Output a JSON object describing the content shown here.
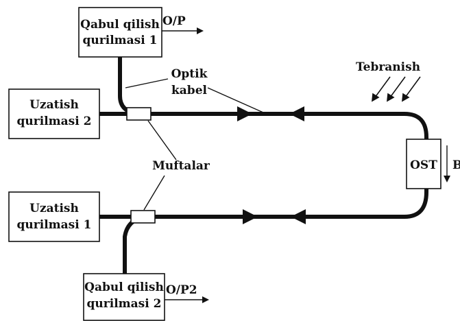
{
  "blocks": {
    "receiver1_line1": "Qabul qilish",
    "receiver1_line2": "qurilmasi 1",
    "receiver2_line1": "Qabul qilish",
    "receiver2_line2": "qurilmasi 2",
    "transmitter2_line1": "Uzatish",
    "transmitter2_line2": "qurilmasi 2",
    "transmitter1_line1": "Uzatish",
    "transmitter1_line2": "qurilmasi 1",
    "ost": "OST"
  },
  "labels": {
    "output1": "O/P",
    "output2": "O/P2",
    "optic_line1": "Optik",
    "optic_line2": "kabel",
    "couplers": "Muftalar",
    "vibration": "Tebranish",
    "b": "B"
  }
}
